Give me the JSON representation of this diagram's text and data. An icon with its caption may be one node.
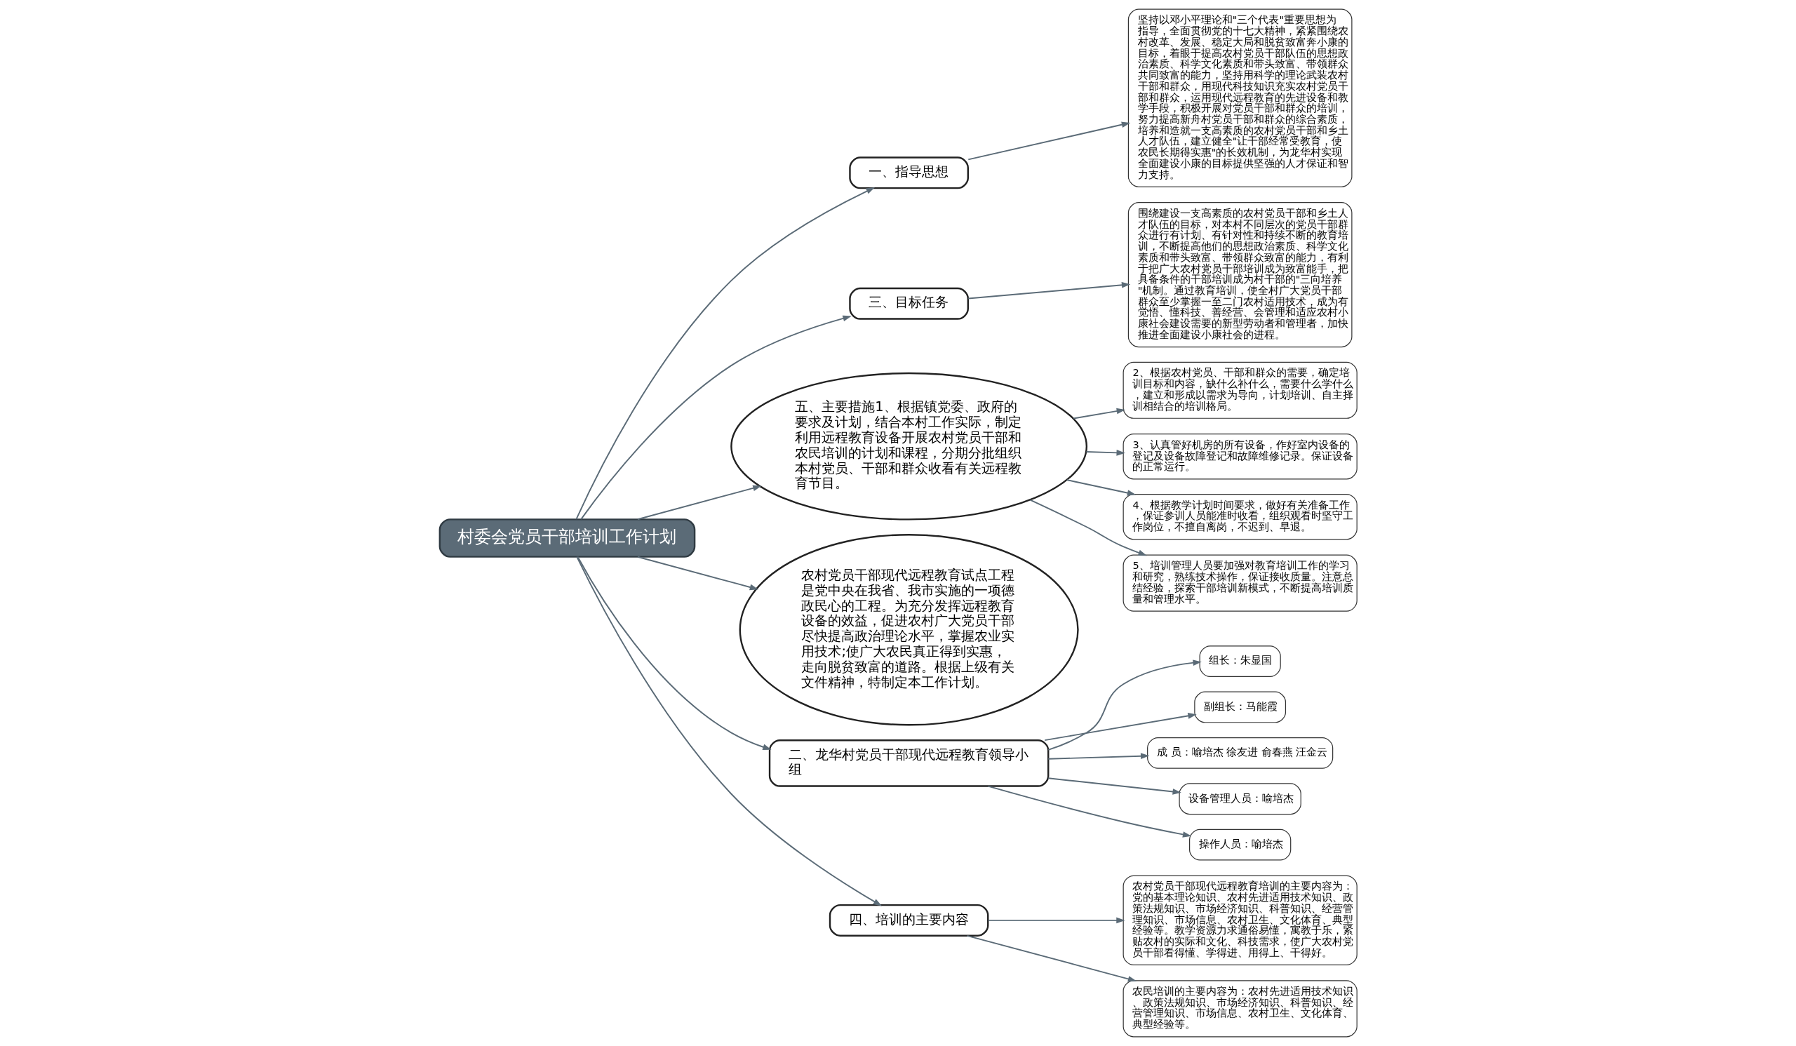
{
  "diagram": {
    "nodes": [
      {
        "text": [
          "村委会党员干部培训工作计划"
        ]
      },
      {
        "text": [
          "一、指导思想"
        ]
      },
      {
        "text": [
          "坚持以邓小平理论和\"三个代表\"重要思想为指导，全面贯彻党的十七大精神，紧紧围绕农村改革、发展、稳定大局和脱贫致富奔小康的目标，着眼于提高农村党员干部队伍的思想政治素质、科学文化素质和带头致富、带领群众共同致富的能力，坚持用科学的理论武装农村干部和群众，用现代科技知识充实农村党员干部和群众，运用现代远程教育的先进设备和教学手段，积极开展对党员干部和群众的培训，努力提高新舟村党员干部和群众的综合素质，培养和造就一支高素质的农村党员干部和乡土人才队伍，建立健全\"让干部经常受教育，使农民长期得实惠\"的长效机制，为龙华村实现全面建设小康的目标提供坚强的人才保证和智力支持。"
        ]
      },
      {
        "text": [
          "三、目标任务"
        ]
      },
      {
        "text": [
          "围绕建设一支高素质的农村党员干部和乡土人才队伍的目标，对本村不同层次的党员干部群众进行有计划、有针对性和持续不断的教育培训，不断提高他们的思想政治素质、科学文化素质和带头致富、带领群众致富的能力，有利于把广大农村党员干部培训成为致富能手，把具备条件的干部培训成为村干部的\"三向培养\"机制。通过教育培训，使全村广大党员干部群众至少掌握一至二门农村适用技术，成为有觉悟、懂科技、善经营、会管理和适应农村小康社会建设需要的新型劳动者和管理者，加快推进全面建设小康社会的进程。"
        ]
      },
      {
        "text": [
          "五、主要措施1、根据镇党委、政府的要求及计划，结合本村工作实际，制定利用远程教育设备开展农村党员干部和农民培训的计划和课程，分期分批组织本村党员、干部和群众收看有关远程教育节目。"
        ]
      },
      {
        "text": [
          "2、根据农村党员、干部和群众的需要，确定培训目标和内容，缺什么补什么，需要什么学什么，建立和形成以需求为导向，计划培训、自主择训相结合的培训格局。"
        ]
      },
      {
        "text": [
          "3、认真管好机房的所有设备，作好室内设备的登记及设备故障登记和故障维修记录。保证设备的正常运行。"
        ]
      },
      {
        "text": [
          "4、根据教学计划时间要求，做好有关准备工作，保证参训人员能准时收看，组织观看时坚守工作岗位，不擅自离岗，不迟到、早退。"
        ]
      },
      {
        "text": [
          "5、培训管理人员要加强对教育培训工作的学习和研究，熟练技术操作，保证接收质量。注意总结经验，探索干部培训新模式，不断提高培训质量和管理水平。"
        ]
      },
      {
        "text": [
          "农村党员干部现代远程教育试点工程是党中央在我省、我市实施的一项德政民心的工程。为充分发挥远程教育设备的效益，促进农村广大党员干部尽快提高政治理论水平，掌握农业实用技术;使广大农民真正得到实惠，走向脱贫致富的道路。根据上级有关文件精神，特制定本工作计划。"
        ]
      },
      {
        "text": [
          "二、龙华村党员干部现代远程教育领导小组"
        ]
      },
      {
        "text": [
          "组长：朱显国"
        ]
      },
      {
        "text": [
          "副组长：马能霞"
        ]
      },
      {
        "text": [
          "成 员：喻培杰 徐友进 俞春燕 汪金云"
        ]
      },
      {
        "text": [
          "设备管理人员：喻培杰"
        ]
      },
      {
        "text": [
          "操作人员：喻培杰"
        ]
      },
      {
        "text": [
          "四、培训的主要内容"
        ]
      },
      {
        "text": [
          "农村党员干部现代远程教育培训的主要内容为：党的基本理论知识、农村先进适用技术知识、政策法规知识、市场经济知识、科普知识、经营管理知识、市场信息、农村卫生、文化体育、典型经验等。教学资源力求通俗易懂，寓教于乐，紧贴农村的实际和文化、科技需求，使广大农村党员干部看得懂、学得进、用得上、干得好。"
        ]
      },
      {
        "text": [
          "农民培训的主要内容为：农村先进适用技术知识、政策法规知识、市场经济知识、科普知识、经营管理知识、市场信息、农村卫生、文化体育、典型经验等。"
        ]
      }
    ],
    "edges": [
      {
        "from": 0,
        "to": 1,
        "arrow": "to"
      },
      {
        "from": 1,
        "to": 2,
        "arrow": "to"
      },
      {
        "from": 0,
        "to": 3,
        "arrow": "to"
      },
      {
        "from": 3,
        "to": 4,
        "arrow": "to"
      },
      {
        "from": 0,
        "to": 5,
        "arrow": "to"
      },
      {
        "from": 5,
        "to": 6,
        "arrow": "to"
      },
      {
        "from": 5,
        "to": 7,
        "arrow": "to"
      },
      {
        "from": 5,
        "to": 8,
        "arrow": "to"
      },
      {
        "from": 5,
        "to": 9,
        "arrow": "to"
      },
      {
        "from": 0,
        "to": 10,
        "arrow": "to"
      },
      {
        "from": 0,
        "to": 11,
        "arrow": "to"
      },
      {
        "from": 11,
        "to": 12,
        "arrow": "to"
      },
      {
        "from": 11,
        "to": 13,
        "arrow": "to"
      },
      {
        "from": 11,
        "to": 14,
        "arrow": "to"
      },
      {
        "from": 11,
        "to": 15,
        "arrow": "to"
      },
      {
        "from": 11,
        "to": 16,
        "arrow": "to"
      },
      {
        "from": 0,
        "to": 17,
        "arrow": "to"
      },
      {
        "from": 17,
        "to": 18,
        "arrow": "to"
      },
      {
        "from": 17,
        "to": 19,
        "arrow": "to"
      }
    ]
  }
}
